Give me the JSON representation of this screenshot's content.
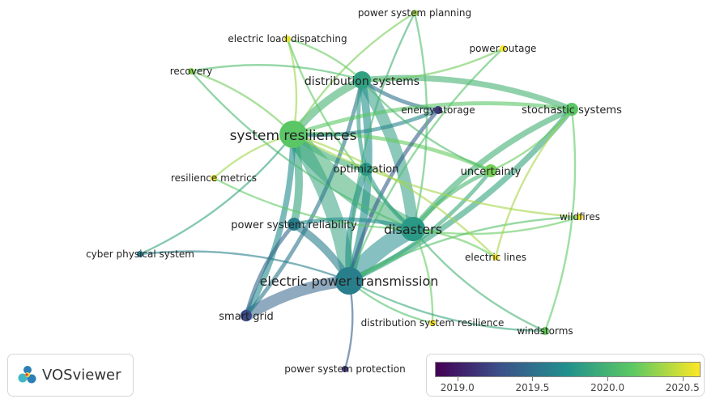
{
  "nodes": [
    {
      "id": "system-resiliences",
      "label": "system resiliences",
      "year": 2020.15,
      "weight": 17
    },
    {
      "id": "distribution-systems",
      "label": "distribution systems",
      "year": 2019.85,
      "weight": 11
    },
    {
      "id": "disasters",
      "label": "disasters",
      "year": 2019.8,
      "weight": 15
    },
    {
      "id": "electric-power-transmission",
      "label": "electric power transmission",
      "year": 2019.6,
      "weight": 17
    },
    {
      "id": "power-system-reliability",
      "label": "power system reliability",
      "year": 2019.6,
      "weight": 8
    },
    {
      "id": "optimization",
      "label": "optimization",
      "year": 2019.8,
      "weight": 8
    },
    {
      "id": "uncertainty",
      "label": "uncertainty",
      "year": 2020.25,
      "weight": 8
    },
    {
      "id": "stochastic-systems",
      "label": "stochastic systems",
      "year": 2020.15,
      "weight": 8
    },
    {
      "id": "energy-storage",
      "label": "energy storage",
      "year": 2019.15,
      "weight": 5
    },
    {
      "id": "smart-grid",
      "label": "smart grid",
      "year": 2019.25,
      "weight": 7
    },
    {
      "id": "recovery",
      "label": "recovery",
      "year": 2020.3,
      "weight": 4
    },
    {
      "id": "electric-load-dispatching",
      "label": "electric load dispatching",
      "year": 2020.55,
      "weight": 4
    },
    {
      "id": "power-system-planning",
      "label": "power system planning",
      "year": 2020.35,
      "weight": 4
    },
    {
      "id": "power-outage",
      "label": "power outage",
      "year": 2020.6,
      "weight": 4
    },
    {
      "id": "resilience-metrics",
      "label": "resilience metrics",
      "year": 2020.55,
      "weight": 4
    },
    {
      "id": "wildfires",
      "label": "wildfires",
      "year": 2020.6,
      "weight": 4
    },
    {
      "id": "electric-lines",
      "label": "electric lines",
      "year": 2020.6,
      "weight": 4
    },
    {
      "id": "cyber-physical-system",
      "label": "cyber physical system",
      "year": 2019.6,
      "weight": 4
    },
    {
      "id": "distribution-system-resilience",
      "label": "distribution system resilience",
      "year": 2020.6,
      "weight": 4
    },
    {
      "id": "windstorms",
      "label": "windstorms",
      "year": 2020.2,
      "weight": 5
    },
    {
      "id": "power-system-protection",
      "label": "power system protection",
      "year": 2019.15,
      "weight": 4
    }
  ],
  "links": [
    {
      "source": "system-resiliences",
      "target": "disasters",
      "strength": 10
    },
    {
      "source": "system-resiliences",
      "target": "electric-power-transmission",
      "strength": 8
    },
    {
      "source": "disasters",
      "target": "electric-power-transmission",
      "strength": 9
    },
    {
      "source": "distribution-systems",
      "target": "disasters",
      "strength": 6
    },
    {
      "source": "electric-power-transmission",
      "target": "smart-grid",
      "strength": 6
    },
    {
      "source": "power-system-reliability",
      "target": "electric-power-transmission",
      "strength": 4
    },
    {
      "source": "distribution-systems",
      "target": "system-resiliences",
      "strength": 4
    },
    {
      "source": "distribution-systems",
      "target": "electric-power-transmission",
      "strength": 4
    },
    {
      "source": "optimization",
      "target": "electric-power-transmission",
      "strength": 3
    },
    {
      "source": "system-resiliences",
      "target": "power-system-reliability",
      "strength": 4
    },
    {
      "source": "system-resiliences",
      "target": "optimization",
      "strength": 3
    },
    {
      "source": "distribution-systems",
      "target": "stochastic-systems",
      "strength": 3
    },
    {
      "source": "stochastic-systems",
      "target": "disasters",
      "strength": 3
    },
    {
      "source": "stochastic-systems",
      "target": "electric-power-transmission",
      "strength": 3
    },
    {
      "source": "uncertainty",
      "target": "disasters",
      "strength": 2
    },
    {
      "source": "uncertainty",
      "target": "electric-power-transmission",
      "strength": 2
    },
    {
      "source": "uncertainty",
      "target": "system-resiliences",
      "strength": 2
    },
    {
      "source": "energy-storage",
      "target": "system-resiliences",
      "strength": 2
    },
    {
      "source": "energy-storage",
      "target": "electric-power-transmission",
      "strength": 2
    },
    {
      "source": "energy-storage",
      "target": "distribution-systems",
      "strength": 2
    },
    {
      "source": "smart-grid",
      "target": "system-resiliences",
      "strength": 3
    },
    {
      "source": "smart-grid",
      "target": "power-system-reliability",
      "strength": 2
    },
    {
      "source": "smart-grid",
      "target": "distribution-systems",
      "strength": 2
    },
    {
      "source": "recovery",
      "target": "system-resiliences",
      "strength": 1
    },
    {
      "source": "recovery",
      "target": "disasters",
      "strength": 1
    },
    {
      "source": "electric-load-dispatching",
      "target": "system-resiliences",
      "strength": 1
    },
    {
      "source": "electric-load-dispatching",
      "target": "disasters",
      "strength": 1
    },
    {
      "source": "electric-load-dispatching",
      "target": "distribution-systems",
      "strength": 1
    },
    {
      "source": "power-system-planning",
      "target": "system-resiliences",
      "strength": 1
    },
    {
      "source": "power-system-planning",
      "target": "disasters",
      "strength": 1
    },
    {
      "source": "power-system-planning",
      "target": "electric-power-transmission",
      "strength": 1
    },
    {
      "source": "power-outage",
      "target": "distribution-systems",
      "strength": 1
    },
    {
      "source": "power-outage",
      "target": "electric-power-transmission",
      "strength": 1
    },
    {
      "source": "resilience-metrics",
      "target": "system-resiliences",
      "strength": 1
    },
    {
      "source": "resilience-metrics",
      "target": "disasters",
      "strength": 1
    },
    {
      "source": "wildfires",
      "target": "disasters",
      "strength": 1
    },
    {
      "source": "wildfires",
      "target": "electric-power-transmission",
      "strength": 1
    },
    {
      "source": "wildfires",
      "target": "system-resiliences",
      "strength": 1
    },
    {
      "source": "electric-lines",
      "target": "disasters",
      "strength": 1
    },
    {
      "source": "electric-lines",
      "target": "stochastic-systems",
      "strength": 1
    },
    {
      "source": "electric-lines",
      "target": "system-resiliences",
      "strength": 1
    },
    {
      "source": "cyber-physical-system",
      "target": "electric-power-transmission",
      "strength": 1
    },
    {
      "source": "cyber-physical-system",
      "target": "system-resiliences",
      "strength": 1
    },
    {
      "source": "distribution-system-resilience",
      "target": "electric-power-transmission",
      "strength": 1
    },
    {
      "source": "distribution-system-resilience",
      "target": "disasters",
      "strength": 1
    },
    {
      "source": "windstorms",
      "target": "disasters",
      "strength": 1
    },
    {
      "source": "windstorms",
      "target": "stochastic-systems",
      "strength": 1
    },
    {
      "source": "windstorms",
      "target": "electric-power-transmission",
      "strength": 1
    },
    {
      "source": "power-system-protection",
      "target": "electric-power-transmission",
      "strength": 1
    },
    {
      "source": "optimization",
      "target": "distribution-systems",
      "strength": 2
    },
    {
      "source": "optimization",
      "target": "disasters",
      "strength": 2
    },
    {
      "source": "power-system-reliability",
      "target": "disasters",
      "strength": 2
    },
    {
      "source": "stochastic-systems",
      "target": "system-resiliences",
      "strength": 2
    },
    {
      "source": "uncertainty",
      "target": "distribution-systems",
      "strength": 1
    },
    {
      "source": "uncertainty",
      "target": "stochastic-systems",
      "strength": 1
    },
    {
      "source": "recovery",
      "target": "distribution-systems",
      "strength": 1
    }
  ],
  "legend": {
    "ticks": [
      "2019.0",
      "2019.5",
      "2020.0",
      "2020.5"
    ],
    "tick_values": [
      2019.0,
      2019.5,
      2020.0,
      2020.5
    ],
    "range": [
      2018.85,
      2020.62
    ]
  },
  "colors": {
    "viridis": [
      "#440154",
      "#3b528b",
      "#21918c",
      "#5ec962",
      "#fde725"
    ]
  },
  "logo": {
    "text": "VOSviewer",
    "icon": "vosviewer-logo-icon"
  }
}
